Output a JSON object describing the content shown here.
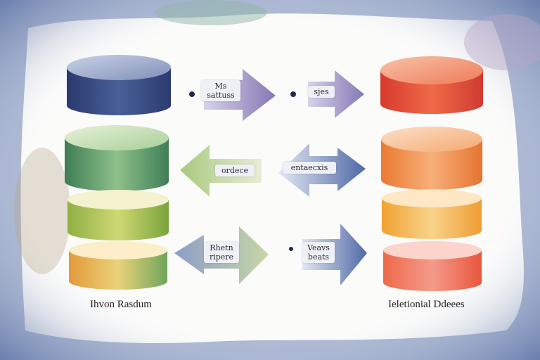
{
  "left_stack_label": "Ihvon Rasdum",
  "right_stack_label": "Ieletionial Ddeees",
  "arrow_tags": {
    "top_left": [
      "Ms",
      "sattuss"
    ],
    "top_right": [
      "sjes"
    ],
    "middle_left": [
      "ordece"
    ],
    "middle_right": [
      "entaecxis"
    ],
    "bottom_left": [
      "Rhetn",
      "ripere"
    ],
    "bottom_right": [
      "Veavs",
      "beats"
    ]
  },
  "colors": {
    "left_top_disk": "#3b4f86",
    "left_middle_disk": "#5e9a66",
    "left_lower_disk": "#a8c24e",
    "left_bottom_disk": "#e0a446",
    "right_top_disk": "#e0453a",
    "right_middle_disk": "#ec8a3c",
    "right_lower_disk": "#f0a840",
    "right_bottom_disk": "#ef6a4e"
  }
}
